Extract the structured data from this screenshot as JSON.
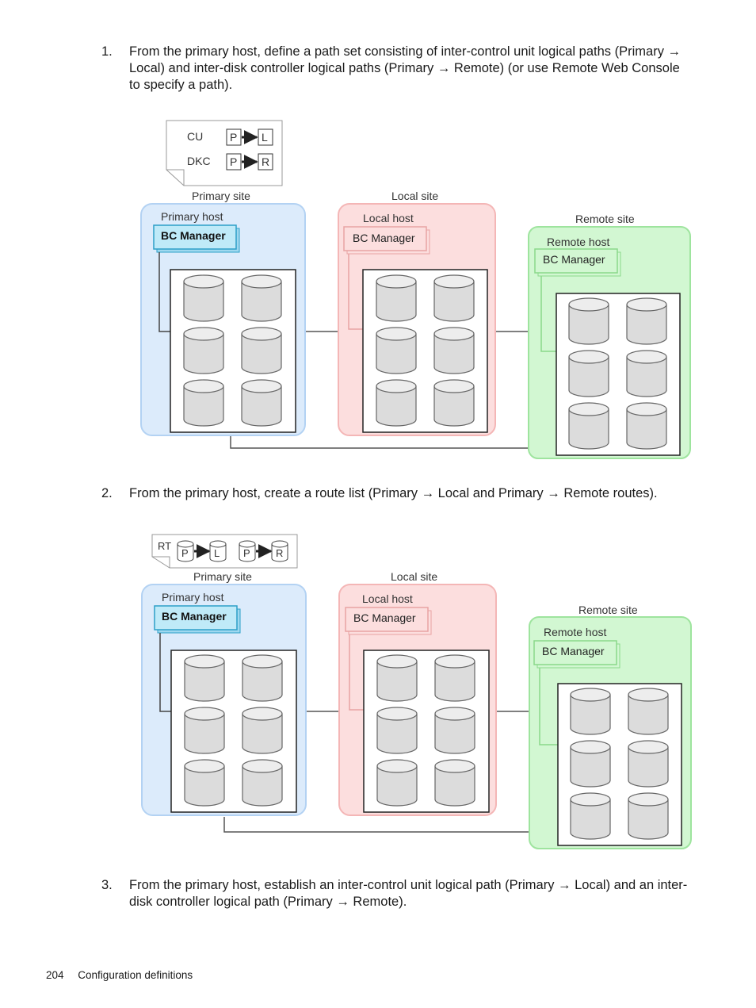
{
  "steps": [
    {
      "number": "1.",
      "text": "From the primary host, define a path set consisting of inter-control unit logical paths (Primary → Local) and inter-disk controller logical paths (Primary → Remote) (or use Remote Web Console to specify a path)."
    },
    {
      "number": "2.",
      "text": "From the primary host, create a route list (Primary → Local and Primary → Remote routes)."
    },
    {
      "number": "3.",
      "text": "From the primary host, establish an inter-control unit logical path (Primary → Local) and an inter-disk controller logical path (Primary → Remote)."
    }
  ],
  "figure1": {
    "legend": {
      "cu_label": "CU",
      "dkc_label": "DKC",
      "cu_from": "P",
      "cu_to": "L",
      "dkc_from": "P",
      "dkc_to": "R"
    },
    "primary_site": {
      "site_label": "Primary site",
      "host_label": "Primary host",
      "manager_label": "BC Manager"
    },
    "local_site": {
      "site_label": "Local site",
      "host_label": "Local host",
      "manager_label": "BC Manager"
    },
    "remote_site": {
      "site_label": "Remote site",
      "host_label": "Remote host",
      "manager_label": "BC Manager"
    }
  },
  "figure2": {
    "legend": {
      "rt_label": "RT",
      "route1_from": "P",
      "route1_to": "L",
      "route2_from": "P",
      "route2_to": "R"
    },
    "primary_site": {
      "site_label": "Primary site",
      "host_label": "Primary host",
      "manager_label": "BC Manager"
    },
    "local_site": {
      "site_label": "Local site",
      "host_label": "Local host",
      "manager_label": "BC Manager"
    },
    "remote_site": {
      "site_label": "Remote site",
      "host_label": "Remote host",
      "manager_label": "BC Manager"
    }
  },
  "footer": {
    "page_number": "204",
    "section": "Configuration definitions"
  },
  "colors": {
    "primary_fill": "#dcebfb",
    "primary_stroke": "#b3d2f3",
    "local_fill": "#fcdede",
    "local_stroke": "#f4b6b6",
    "remote_fill": "#d2f7d2",
    "remote_stroke": "#9ee49e",
    "manager_highlight": "#bfeaf8",
    "manager_highlight_stroke": "#2da0c8",
    "disk_fill": "#dcdcdc",
    "disk_stroke": "#666666"
  }
}
